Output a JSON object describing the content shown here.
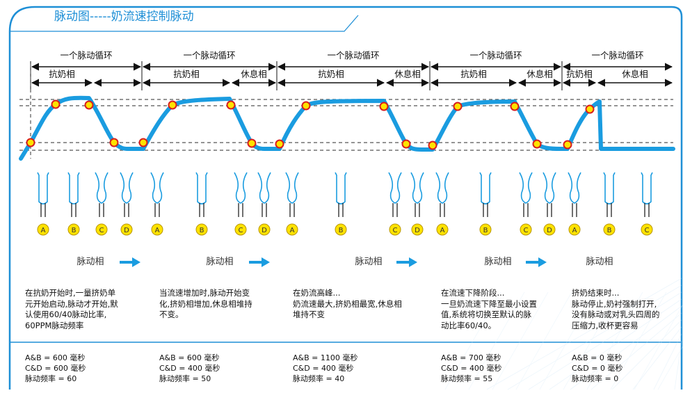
{
  "title": "脉动图-----奶流速控制脉动",
  "cycle_label": "一个脉动循环",
  "phase_labels": {
    "milk": "抗奶相",
    "rest": "休息相"
  },
  "pulse_label": "脉动相",
  "liner_letters": [
    "A",
    "B",
    "C",
    "D"
  ],
  "segments": [
    {
      "desc": "在抗奶开始时,一量挤奶单\n元开始启动,脉动才开始,默\n认使用60/40脉动比率,\n60PPM脉动频率",
      "values": "A&B = 600 毫秒\nC&D = 600 毫秒\n脉动频率 = 60"
    },
    {
      "desc": "当流速增加时,脉动开始变\n化,挤奶相增加,休息相堆持\n不变。",
      "values": "A&B = 600 毫秒\nC&D = 400 毫秒\n脉动频率 = 50"
    },
    {
      "desc": "在奶流高峰...\n奶流速最大,挤奶相最宽,休息相\n堆持不变",
      "values": "A&B = 1100 毫秒\nC&D = 400 毫秒\n脉动频率 = 40"
    },
    {
      "desc": "在流速下降阶段...\n一旦奶流速下降至最小设置\n值,系统将切换至默认的脉\n动比率60/40。",
      "values": "A&B = 700 毫秒\nC&D = 400 毫秒\n脉动频率 = 55"
    },
    {
      "desc": "挤奶结束时...\n脉动停止,奶衬强制打开,\n没有脉动或对乳头四周的\n压缩力,收杯更容易",
      "values": "A&B = 0 毫秒\nC&D = 0 毫秒\n脉动频率 = 0"
    }
  ],
  "colors": {
    "accent": "#1e8fd6",
    "wave": "#1a9ce0",
    "marker": "#ffe200",
    "marker_edge": "#d81e1e"
  }
}
